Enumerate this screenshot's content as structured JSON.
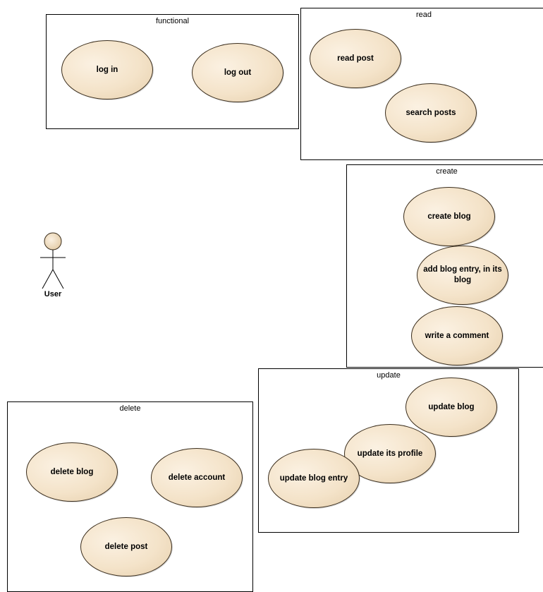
{
  "actor": {
    "name": "User"
  },
  "packages": {
    "functional": {
      "title": "functional",
      "use_cases": [
        "log in",
        "log out"
      ]
    },
    "read": {
      "title": "read",
      "use_cases": [
        "read post",
        "search posts"
      ]
    },
    "create": {
      "title": "create",
      "use_cases": [
        "create blog",
        "add blog entry, in its blog",
        "write a comment"
      ]
    },
    "update": {
      "title": "update",
      "use_cases": [
        "update blog",
        "update its profile",
        "update blog entry"
      ]
    },
    "delete": {
      "title": "delete",
      "use_cases": [
        "delete blog",
        "delete account",
        "delete post"
      ]
    }
  },
  "colors": {
    "usecase_fill": "#f4e3c9",
    "usecase_border": "#3a2d1c",
    "package_border": "#000000"
  }
}
